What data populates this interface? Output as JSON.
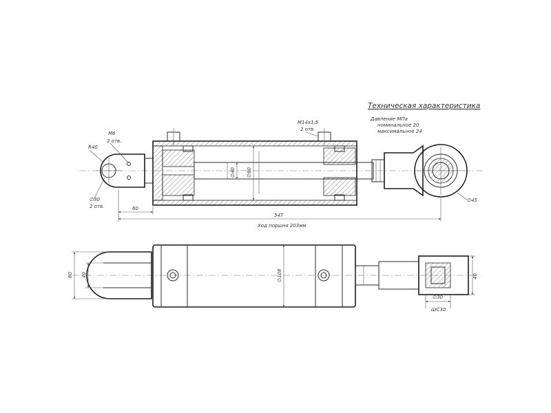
{
  "spec": {
    "title": "Техническая характеристика",
    "pressure_label": "Давление МПа",
    "nominal": "номинальное 20",
    "maximum": "максимальное 24"
  },
  "dims": {
    "r40": "R40",
    "m6": "M6",
    "holes_m6": "2 отв.",
    "d30_left": "∅30",
    "holes_d30": "2 отв.",
    "len_60": "60",
    "len_547": "547",
    "stroke": "Ход поршня 203мм",
    "port_thread": "M14x1,5",
    "port_holes": "2 отв.",
    "rod_d40": "∅40",
    "bore_d90": "∅90",
    "eye_d45": "∅45",
    "h80": "80",
    "h40_left": "40",
    "body_d108": "∅108",
    "h40_right": "40",
    "pin_d30": "∅30",
    "ball_d30": "ШС30"
  }
}
